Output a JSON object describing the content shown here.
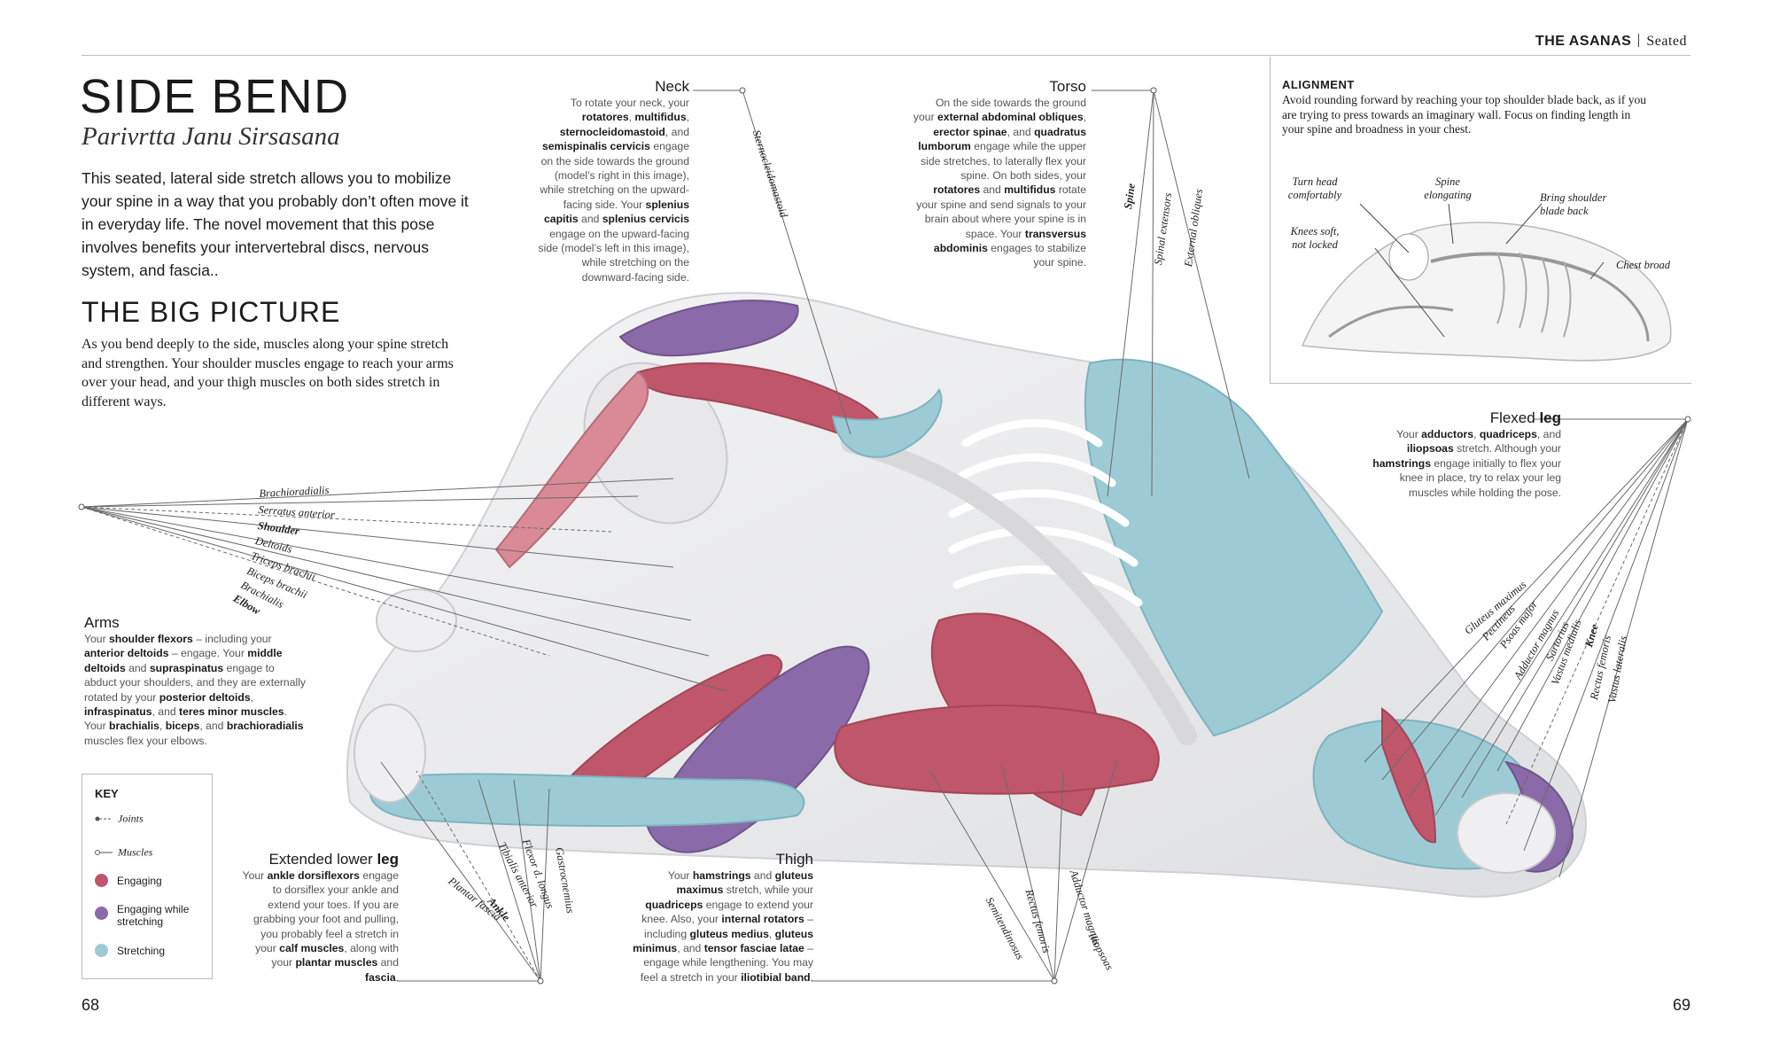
{
  "header": {
    "section": "THE ASANAS",
    "subsection": "Seated"
  },
  "title": "SIDE BEND",
  "sanskrit": "Parivrtta Janu Sirsasana",
  "intro": "This seated, lateral side stretch allows you to mobilize your spine in a way that you probably don’t often move it in everyday life. The novel movement that this pose involves benefits your intervertebral discs, nervous system, and fascia..",
  "big_picture": {
    "title": "THE BIG PICTURE",
    "text": "As you bend deeply to the side, muscles along your spine stretch and strengthen. Your shoulder muscles engage to reach your arms over your head, and your thigh muscles on both sides stretch in different ways."
  },
  "alignment": {
    "title": "ALIGNMENT",
    "text": "Avoid rounding forward by reaching your top shoulder blade back, as if you are trying to press towards an imaginary wall. Focus on finding length in your spine and broadness in your chest.",
    "labels": {
      "turn_head": "Turn head comfortably",
      "spine": "Spine elongating",
      "shoulder": "Bring shoulder blade back",
      "knees": "Knees soft, not locked",
      "chest": "Chest broad"
    }
  },
  "annotations": {
    "neck": {
      "title": "Neck",
      "body": [
        {
          "t": "To rotate your neck, your "
        },
        {
          "t": "rotatores",
          "b": true
        },
        {
          "t": ", "
        },
        {
          "t": "multifidus",
          "b": true
        },
        {
          "t": ", "
        },
        {
          "t": "sternocleidomastoid",
          "b": true
        },
        {
          "t": ", and "
        },
        {
          "t": "semispinalis cervicis",
          "b": true
        },
        {
          "t": " engage on the side towards the ground (model’s right in this image), while stretching on the upward-facing side. Your "
        },
        {
          "t": "splenius capitis",
          "b": true
        },
        {
          "t": " and "
        },
        {
          "t": "splenius cervicis",
          "b": true
        },
        {
          "t": " engage on the upward-facing side (model’s left in this image), while stretching on the downward-facing side."
        }
      ]
    },
    "torso": {
      "title": "Torso",
      "body": [
        {
          "t": "On the side towards the ground your "
        },
        {
          "t": "external abdominal obliques",
          "b": true
        },
        {
          "t": ", "
        },
        {
          "t": "erector spinae",
          "b": true
        },
        {
          "t": ", and "
        },
        {
          "t": "quadratus lumborum",
          "b": true
        },
        {
          "t": " engage while the upper side stretches, to laterally flex your spine. On both sides, your "
        },
        {
          "t": "rotatores",
          "b": true
        },
        {
          "t": " and "
        },
        {
          "t": "multifidus",
          "b": true
        },
        {
          "t": " rotate your spine and send signals to your brain about where your spine is in space. Your "
        },
        {
          "t": "transversus abdominis",
          "b": true
        },
        {
          "t": " engages to stabilize your spine."
        }
      ]
    },
    "flexed_leg": {
      "title_a": "Flexed ",
      "title_b": "leg",
      "body": [
        {
          "t": "Your "
        },
        {
          "t": "adductors",
          "b": true
        },
        {
          "t": ", "
        },
        {
          "t": "quadriceps",
          "b": true
        },
        {
          "t": ", and "
        },
        {
          "t": "iliopsoas",
          "b": true
        },
        {
          "t": " stretch. Although your "
        },
        {
          "t": "hamstrings",
          "b": true
        },
        {
          "t": " engage initially to flex your knee in place, try to relax your leg muscles while holding the pose."
        }
      ]
    },
    "arms": {
      "title": "Arms",
      "body": [
        {
          "t": "Your "
        },
        {
          "t": "shoulder flexors",
          "b": true
        },
        {
          "t": " – including your "
        },
        {
          "t": "anterior deltoids",
          "b": true
        },
        {
          "t": " – engage. Your "
        },
        {
          "t": "middle deltoids",
          "b": true
        },
        {
          "t": " and "
        },
        {
          "t": "supraspinatus",
          "b": true
        },
        {
          "t": " engage to abduct your shoulders, and they are externally rotated by your "
        },
        {
          "t": "posterior deltoids",
          "b": true
        },
        {
          "t": ", "
        },
        {
          "t": "infraspinatus",
          "b": true
        },
        {
          "t": ", and "
        },
        {
          "t": "teres minor muscles",
          "b": true
        },
        {
          "t": ". Your "
        },
        {
          "t": "brachialis",
          "b": true
        },
        {
          "t": ", "
        },
        {
          "t": "biceps",
          "b": true
        },
        {
          "t": ", and "
        },
        {
          "t": "brachioradialis",
          "b": true
        },
        {
          "t": " muscles flex your elbows."
        }
      ]
    },
    "lower_leg": {
      "title_a": "Extended lower ",
      "title_b": "leg",
      "body": [
        {
          "t": "Your "
        },
        {
          "t": "ankle dorsiflexors",
          "b": true
        },
        {
          "t": " engage to dorsiflex your ankle and extend your toes. If you are grabbing your foot and pulling, you probably feel a stretch in your "
        },
        {
          "t": "calf muscles",
          "b": true
        },
        {
          "t": ", along with your "
        },
        {
          "t": "plantar muscles",
          "b": true
        },
        {
          "t": " and "
        },
        {
          "t": "fascia",
          "b": true
        },
        {
          "t": "."
        }
      ]
    },
    "thigh": {
      "title": "Thigh",
      "body": [
        {
          "t": "Your "
        },
        {
          "t": "hamstrings",
          "b": true
        },
        {
          "t": " and "
        },
        {
          "t": "gluteus maximus",
          "b": true
        },
        {
          "t": " stretch, while your "
        },
        {
          "t": "quadriceps",
          "b": true
        },
        {
          "t": " engage to extend your knee. Also, your "
        },
        {
          "t": "internal rotators",
          "b": true
        },
        {
          "t": " – including "
        },
        {
          "t": "gluteus medius",
          "b": true
        },
        {
          "t": ", "
        },
        {
          "t": "gluteus minimus",
          "b": true
        },
        {
          "t": ", and "
        },
        {
          "t": "tensor fasciae latae",
          "b": true
        },
        {
          "t": " – engage while lengthening. You may feel a stretch in your "
        },
        {
          "t": "iliotibial band",
          "b": true
        },
        {
          "t": "."
        }
      ]
    }
  },
  "muscle_labels": {
    "neck": [
      "Sternocleidomastoid"
    ],
    "torso": [
      "Spine",
      "Spinal extensors",
      "External obliques"
    ],
    "arms": [
      "Brachioradialis",
      "Serratus anterior",
      "Shoulder",
      "Deltoids",
      "Triceps brachii",
      "Biceps brachii",
      "Brachialis",
      "Elbow"
    ],
    "lower_leg": [
      "Plantar fascia",
      "Ankle",
      "Tibialis anterior",
      "Flexor d. longus",
      "Gastrocnemius"
    ],
    "thigh": [
      "Semitendinosus",
      "Rectus femoris",
      "Adductor magnus",
      "Iliopsoas"
    ],
    "flexed_leg": [
      "Gluteus maximus",
      "Pectineus",
      "Psoas major",
      "Adductor magnus",
      "Sartorius",
      "Vastus medialis",
      "Knee",
      "Rectus femoris",
      "Vastus lateralis"
    ]
  },
  "key": {
    "title": "KEY",
    "joints": "Joints",
    "muscles": "Muscles",
    "engaging": "Engaging",
    "engaging_stretching": "Engaging while stretching",
    "stretching": "Stretching"
  },
  "colors": {
    "engaging": "#c0566a",
    "engaging_stretching": "#8a6aa8",
    "stretching": "#9ccbd6"
  },
  "page_left": "68",
  "page_right": "69"
}
